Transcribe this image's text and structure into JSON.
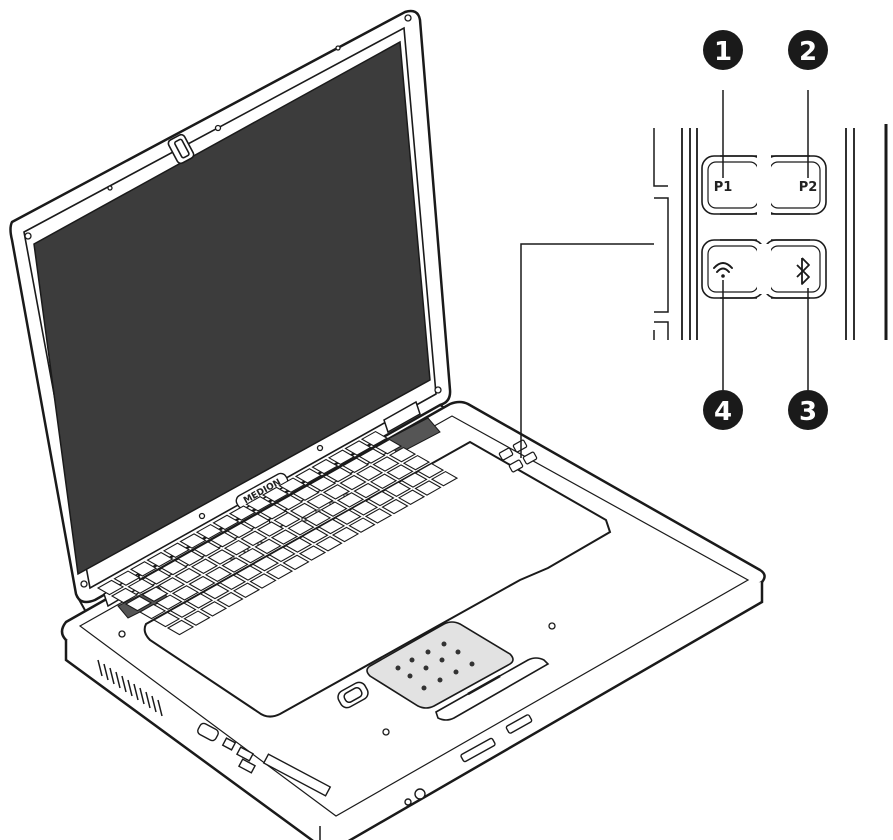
{
  "brand_label": "MEDION",
  "callouts": [
    {
      "number": "1",
      "target": "P1"
    },
    {
      "number": "2",
      "target": "P2"
    },
    {
      "number": "3",
      "target": "bluetooth"
    },
    {
      "number": "4",
      "target": "wlan"
    }
  ],
  "keys": {
    "p1_label": "P1",
    "p2_label": "P2",
    "wlan_icon": "wifi-icon",
    "bluetooth_icon": "bluetooth-icon"
  },
  "colors": {
    "line": "#1a1a1a",
    "screen": "#3a3a3a",
    "badge": "#1a1a1a",
    "background": "#ffffff"
  }
}
